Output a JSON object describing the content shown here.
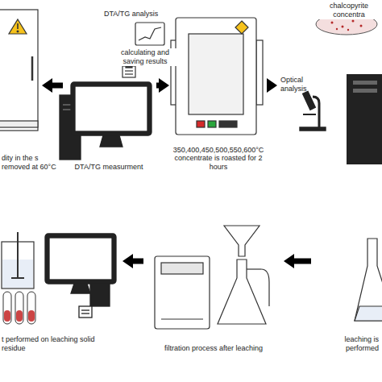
{
  "diagram": {
    "nodes": [
      {
        "text": [
          "dity in the s removed at 60°C"
        ]
      },
      {
        "text": [
          "DTA/TG measurment"
        ]
      },
      {
        "text": [
          "350,400,450,500,550,600°C concentrate is roasted for 2 hours"
        ]
      },
      {
        "text": [
          "Optical analysis"
        ]
      },
      {
        "text": [
          "leaching is performed"
        ]
      },
      {
        "text": [
          "filtration process after leaching"
        ]
      },
      {
        "text": [
          "t performed on leaching solid residue"
        ]
      }
    ],
    "edges": [
      {
        "from": 0,
        "to": 1,
        "arrow": "to"
      },
      {
        "from": 1,
        "to": 2,
        "arrow": "to"
      },
      {
        "from": 2,
        "to": 3,
        "arrow": "to"
      },
      {
        "from": 4,
        "to": 5,
        "arrow": "to"
      },
      {
        "from": 5,
        "to": 6,
        "arrow": "to"
      }
    ],
    "labels": [
      "DTA/TG analysis",
      "calculating and saving results",
      "chalcopyrite concentra"
    ]
  }
}
